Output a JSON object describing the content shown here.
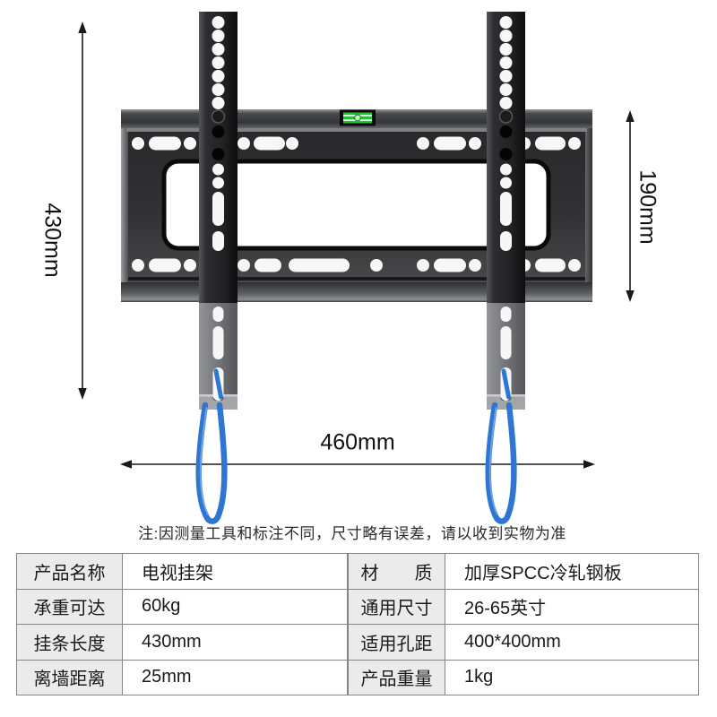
{
  "colors": {
    "cord-blue": "#2f76d2",
    "level-green": "#1ec42f",
    "table-border": "#858585"
  },
  "scene": {
    "dimensions": {
      "height_label": "430mm",
      "side_label": "190mm",
      "width_label": "460mm"
    },
    "note": "注:因测量工具和标注不同，尺寸略有误差，请以收到实物为准"
  },
  "spec_tables": {
    "left": {
      "rows": [
        {
          "label": "产品名称",
          "value": "电视挂架"
        },
        {
          "label": "承重可达",
          "value": "60kg"
        },
        {
          "label": "挂条长度",
          "value": "430mm"
        },
        {
          "label": "离墙距离",
          "value": "25mm"
        }
      ]
    },
    "right": {
      "rows": [
        {
          "label": "材　　质",
          "value": "加厚SPCC冷轧钢板"
        },
        {
          "label": "通用尺寸",
          "value": "26-65英寸"
        },
        {
          "label": "适用孔距",
          "value": "400*400mm"
        },
        {
          "label": "产品重量",
          "value": "1kg"
        }
      ]
    }
  }
}
